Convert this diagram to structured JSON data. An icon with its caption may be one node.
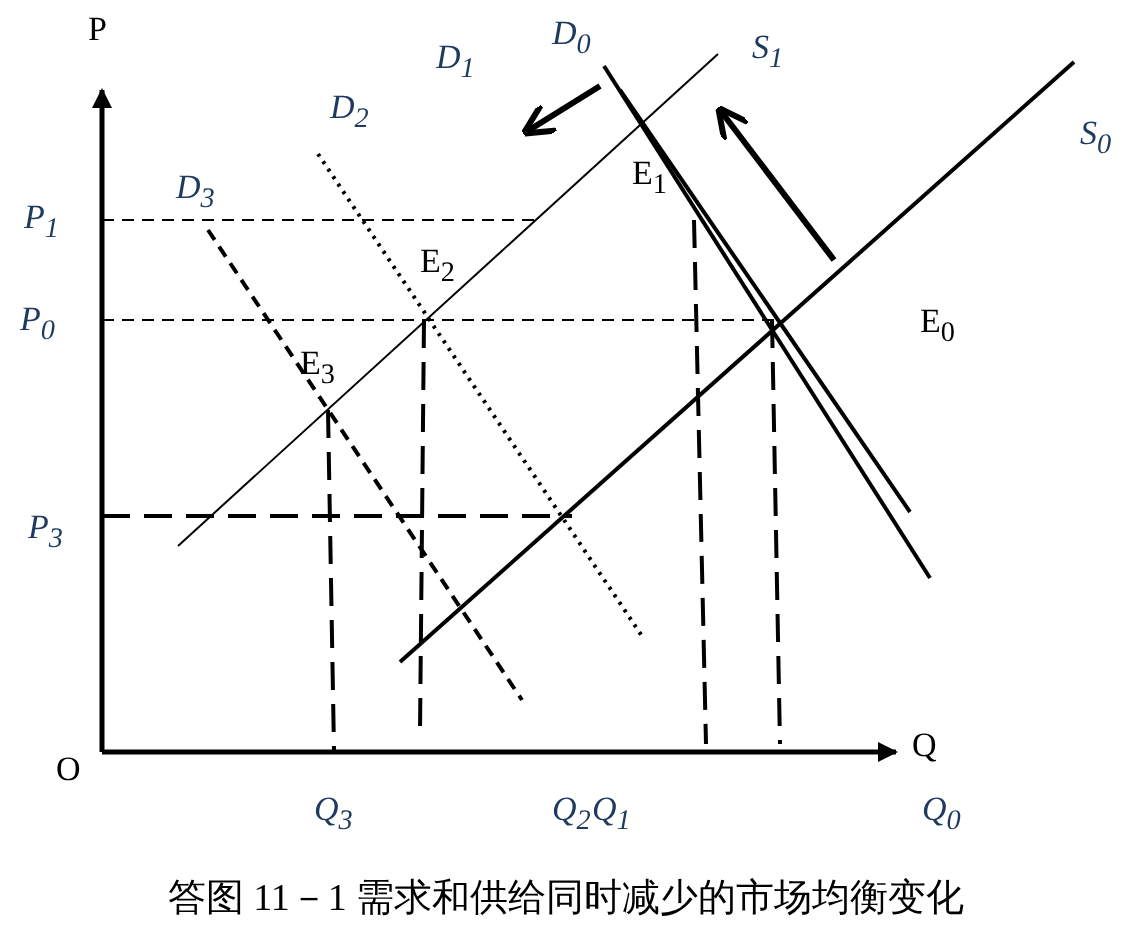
{
  "diagram": {
    "caption": "答图 11－1 需求和供给同时减少的市场均衡变化",
    "labels": [
      "P",
      "D$_{1}$",
      "D$_{0}$",
      "S$_{1}$",
      "S$_{0}$",
      "D$_{2}$",
      "E$_{1}$",
      "D$_{3}$",
      "P$_{1}$",
      "E$_{2}$",
      "P$_{0}$",
      "E$_{0}$",
      "E$_{3}$",
      "P$_{3}$",
      "O",
      "Q",
      "Q$_{3}$",
      "Q$_{2}$",
      "Q$_{1}$",
      "Q$_{0}$"
    ]
  }
}
